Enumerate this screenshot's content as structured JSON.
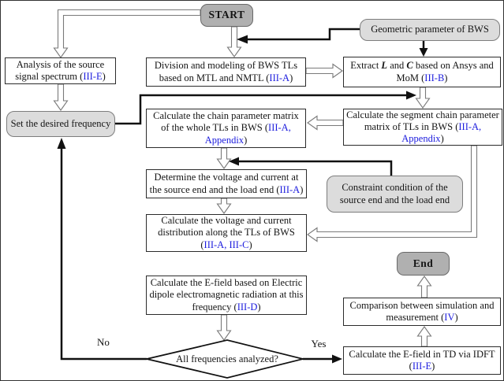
{
  "colors": {
    "ref_blue": "#1c1cdd",
    "terminal_gray": "#b0b0b0",
    "io_gray": "#dcdcdc",
    "line_black": "#111111",
    "hollow_outline": "#7a7a7a"
  },
  "nodes": {
    "start": {
      "label": "START"
    },
    "end": {
      "label": "End"
    },
    "geo": {
      "segments": [
        {
          "t": "Geometric parameter of BWS"
        }
      ]
    },
    "analysis": {
      "segments": [
        {
          "t": "Analysis of the source signal spectrum ("
        },
        {
          "t": "III-E",
          "s": "ref"
        },
        {
          "t": ")"
        }
      ]
    },
    "division": {
      "segments": [
        {
          "t": "Division and modeling of BWS TLs based on MTL and NMTL ("
        },
        {
          "t": "III-A",
          "s": "ref"
        },
        {
          "t": ")"
        }
      ]
    },
    "extract": {
      "segments": [
        {
          "t": "Extract "
        },
        {
          "t": "L",
          "s": "bi"
        },
        {
          "t": " and "
        },
        {
          "t": "C",
          "s": "bi"
        },
        {
          "t": "  based on Ansys and MoM ("
        },
        {
          "t": "III-B",
          "s": "ref"
        },
        {
          "t": ")"
        }
      ]
    },
    "setfreq": {
      "segments": [
        {
          "t": "Set the desired frequency"
        }
      ]
    },
    "whole": {
      "segments": [
        {
          "t": "Calculate the chain parameter matrix of the whole TLs in BWS ("
        },
        {
          "t": "III-A, Appendix",
          "s": "ref"
        },
        {
          "t": ")"
        }
      ]
    },
    "segment": {
      "segments": [
        {
          "t": "Calculate the segment chain parameter matrix of TLs in BWS ("
        },
        {
          "t": "III-A, Appendix",
          "s": "ref"
        },
        {
          "t": ")"
        }
      ]
    },
    "determine": {
      "segments": [
        {
          "t": "Determine the voltage and current at the source end and the load end ("
        },
        {
          "t": "III-A",
          "s": "ref"
        },
        {
          "t": ")"
        }
      ]
    },
    "constraint": {
      "segments": [
        {
          "t": "Constraint condition of the source end and the load end"
        }
      ]
    },
    "distribution": {
      "segments": [
        {
          "t": "Calculate the voltage and current distribution along the TLs of BWS ("
        },
        {
          "t": "III-A, III-C",
          "s": "ref"
        },
        {
          "t": ")"
        }
      ]
    },
    "efield": {
      "segments": [
        {
          "t": "Calculate the E-field based on Electric dipole electromagnetic radiation at this frequency  ("
        },
        {
          "t": "III-D",
          "s": "ref"
        },
        {
          "t": ")"
        }
      ]
    },
    "diamond": {
      "segments": [
        {
          "t": "All frequencies analyzed?"
        }
      ]
    },
    "comparison": {
      "segments": [
        {
          "t": "Comparison between simulation and measurement  ("
        },
        {
          "t": "IV",
          "s": "ref"
        },
        {
          "t": ")"
        }
      ]
    },
    "idft": {
      "segments": [
        {
          "t": "Calculate the E-field in TD via IDFT ("
        },
        {
          "t": "III-E",
          "s": "ref"
        },
        {
          "t": ")"
        }
      ]
    }
  },
  "branch_labels": {
    "no": "No",
    "yes": "Yes"
  }
}
